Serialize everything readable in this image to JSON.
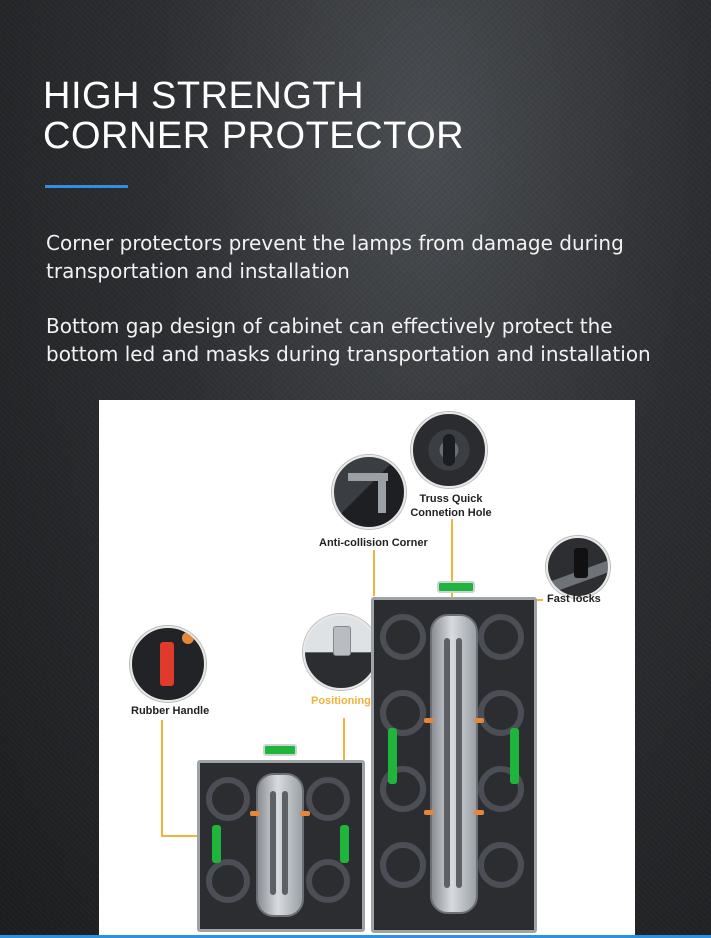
{
  "title": {
    "line1": "HIGH STRENGTH",
    "line2": "CORNER PROTECTOR"
  },
  "paragraphs": {
    "first": "Corner protectors prevent the lamps from damage during transportation and installation",
    "second": "Bottom gap design of cabinet can effectively protect the bottom led and masks during transportation and installation"
  },
  "diagram": {
    "labels": {
      "truss": "Truss Quick Connetion Hole",
      "anti_collision": "Anti-collision Corner",
      "fast_locks": "Fast locks",
      "rubber_handle": "Rubber Handle",
      "positioning_pin": "Positioning Pin"
    }
  },
  "colors": {
    "accent": "#2f8fe0",
    "label_highlight": "#f3b23a",
    "grip": "#1fb43c"
  }
}
